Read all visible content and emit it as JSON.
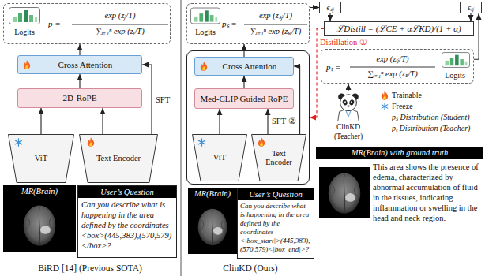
{
  "diagram": {
    "nodes": [
      {
        "text": [
          "Logits",
          "p =",
          "exp (zⱼ/T)",
          "∑ᵢ₌₁ⁿ exp (zᵢ/T)"
        ]
      },
      {
        "text": [
          "Cross Attention"
        ]
      },
      {
        "text": [
          "2D-RoPE"
        ]
      },
      {
        "text": [
          "ViT"
        ]
      },
      {
        "text": [
          "Text Encoder"
        ]
      },
      {
        "text": [
          "MR(Brain)"
        ]
      },
      {
        "text": [
          "User’s Question",
          "Can you describe what is happening in the area defined by the coordinates <box>(445,383),(570,579)</box>?"
        ]
      },
      {
        "text": [
          "Logits",
          "pₛ =",
          "exp (zₛⱼ/T)",
          "∑ᵢ₌₁ⁿ exp (zₛᵢ/T)"
        ]
      },
      {
        "text": []
      },
      {
        "text": [
          "Cross Attention"
        ],
        "in": 8
      },
      {
        "text": [
          "Med-CLIP Guided RoPE"
        ],
        "in": 8
      },
      {
        "text": [
          "ViT"
        ],
        "in": 8
      },
      {
        "text": [
          "Text Encoder"
        ],
        "in": 8
      },
      {
        "text": [
          "MR(Brain)"
        ]
      },
      {
        "text": [
          "User’s Question",
          "Can you describe what is happening in the area defined by the coordinates <|box_start|>(445,383),(570,579)<|box_end|>?"
        ]
      },
      {
        "text": [
          "ϵₛⱼ"
        ]
      },
      {
        "text": [
          "ϵₜⱼ"
        ]
      },
      {
        "text": [
          "ℒDistill = (ℒCE + αℒKD)/(1 + α)"
        ]
      },
      {
        "text": [
          "pₜ =",
          "exp (zₜⱼ/T)",
          "∑ᵢ₌₁ⁿ exp (zₜᵢ/T)",
          "Logits"
        ]
      },
      {
        "text": [
          "ClinKD (Teacher)"
        ]
      },
      {
        "text": [
          "MR(Brain) with ground truth",
          "This area shows the presence of edema, characterized by abnormal accumulation of fluid in the tissues, indicating inflammation or swelling in the head and neck region."
        ]
      }
    ],
    "edges": [
      {
        "from": 3,
        "to": 2,
        "arrow": "to"
      },
      {
        "from": 4,
        "to": 2,
        "arrow": "to"
      },
      {
        "from": 4,
        "to": 1,
        "arrow": "to",
        "label": "SFT"
      },
      {
        "from": 2,
        "to": 1,
        "arrow": "to"
      },
      {
        "from": 1,
        "to": 0,
        "arrow": "to"
      },
      {
        "from": 11,
        "to": 10,
        "arrow": "to"
      },
      {
        "from": 12,
        "to": 10,
        "arrow": "to"
      },
      {
        "from": 12,
        "to": 9,
        "arrow": "to",
        "label": "SFT ②"
      },
      {
        "from": 10,
        "to": 9,
        "arrow": "to"
      },
      {
        "from": 9,
        "to": 7,
        "arrow": "to"
      },
      {
        "from": 7,
        "to": 15,
        "arrow": "to"
      },
      {
        "from": 15,
        "to": 17,
        "arrow": "to"
      },
      {
        "from": 18,
        "to": 16,
        "arrow": "to"
      },
      {
        "from": 16,
        "to": 17,
        "arrow": "to"
      },
      {
        "from": 17,
        "to": 8,
        "arrow": "to",
        "label": "Distillation ①"
      },
      {
        "from": 19,
        "to": 18,
        "arrow": "to"
      }
    ],
    "labels": [
      "BiRD [14] (Previous SOTA)",
      "ClinKD (Ours)"
    ],
    "legend": [
      {
        "text": "Trainable"
      },
      {
        "text": "Freeze"
      },
      {
        "text": "pₛ Distribution (Student)"
      },
      {
        "text": "pₜ Distribution (Teacher)"
      }
    ]
  }
}
